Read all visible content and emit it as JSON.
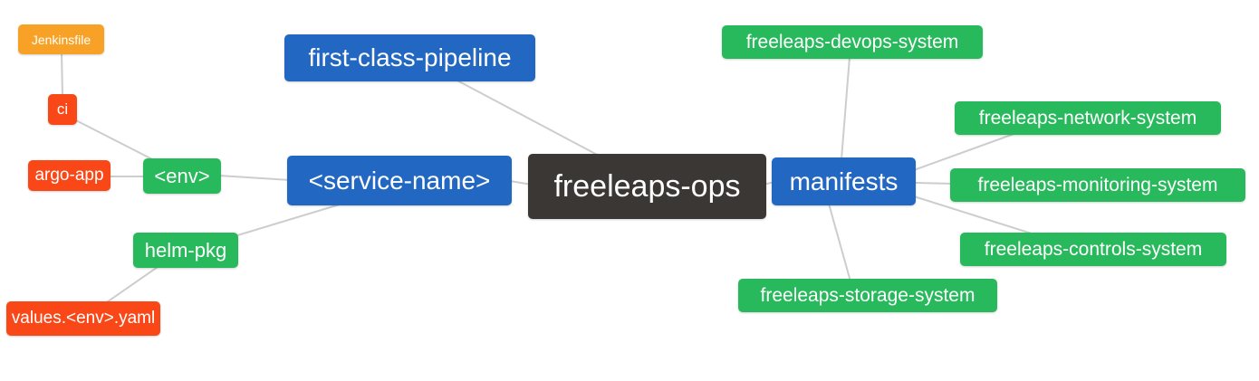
{
  "diagram": {
    "type": "mindmap",
    "root_id": "freeleaps_ops",
    "background": "#FFFFFF",
    "edge_color": "#CDCDCD",
    "colors": {
      "root": "#3B3735",
      "branch_blue": "#2268C3",
      "leaf_green": "#28B95C",
      "leaf_red": "#F94718",
      "leaf_amber": "#F7A227",
      "text": "#FFFFFF"
    },
    "nodes": {
      "freeleaps_ops": {
        "label": "freeleaps-ops"
      },
      "first_class_pipeline": {
        "label": "first-class-pipeline"
      },
      "service_name": {
        "label": "<service-name>"
      },
      "manifests": {
        "label": "manifests"
      },
      "env": {
        "label": "<env>"
      },
      "helm_pkg": {
        "label": "helm-pkg"
      },
      "ci": {
        "label": "ci"
      },
      "argo_app": {
        "label": "argo-app"
      },
      "jenkinsfile": {
        "label": "Jenkinsfile"
      },
      "values_env_yaml": {
        "label": "values.<env>.yaml"
      },
      "devops_system": {
        "label": "freeleaps-devops-system"
      },
      "network_system": {
        "label": "freeleaps-network-system"
      },
      "monitoring_system": {
        "label": "freeleaps-monitoring-system"
      },
      "controls_system": {
        "label": "freeleaps-controls-system"
      },
      "storage_system": {
        "label": "freeleaps-storage-system"
      }
    },
    "edges": [
      [
        "freeleaps_ops",
        "first_class_pipeline"
      ],
      [
        "freeleaps_ops",
        "service_name"
      ],
      [
        "freeleaps_ops",
        "manifests"
      ],
      [
        "service_name",
        "env"
      ],
      [
        "service_name",
        "helm_pkg"
      ],
      [
        "env",
        "ci"
      ],
      [
        "env",
        "argo_app"
      ],
      [
        "ci",
        "jenkinsfile"
      ],
      [
        "helm_pkg",
        "values_env_yaml"
      ],
      [
        "manifests",
        "devops_system"
      ],
      [
        "manifests",
        "network_system"
      ],
      [
        "manifests",
        "monitoring_system"
      ],
      [
        "manifests",
        "controls_system"
      ],
      [
        "manifests",
        "storage_system"
      ]
    ]
  }
}
